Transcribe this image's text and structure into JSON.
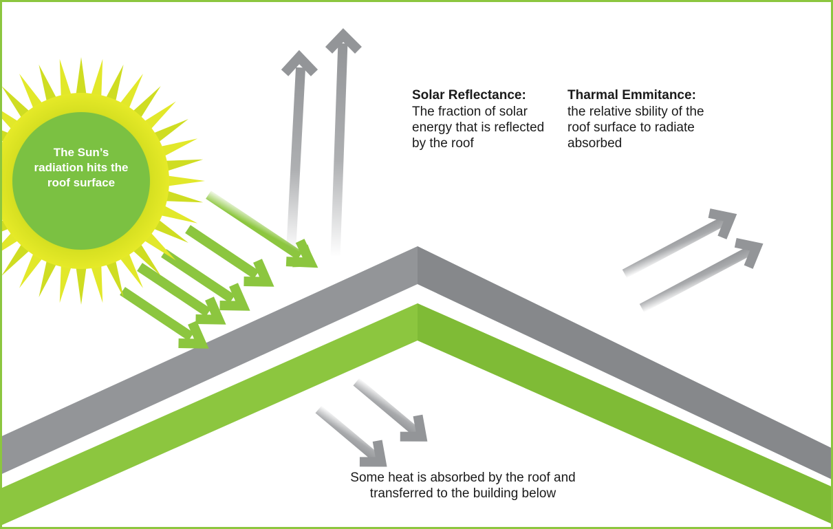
{
  "sun": {
    "label": "The Sun’s radiation hits the roof surface"
  },
  "reflectance": {
    "heading": "Solar Reflectance:",
    "body": "The fraction of solar energy that is reflected by the roof"
  },
  "emittance": {
    "heading": "Tharmal Emmitance:",
    "body": "the relative sbility of the roof surface to radiate absorbed"
  },
  "absorbed": {
    "caption": "Some heat is absorbed by the roof and transferred to the building below"
  },
  "colors": {
    "frame": "#8cc63f",
    "green": "#8cc63f",
    "gray": "#939598",
    "sun_core": "#7bc142",
    "sun_rays": "#d7e021"
  }
}
